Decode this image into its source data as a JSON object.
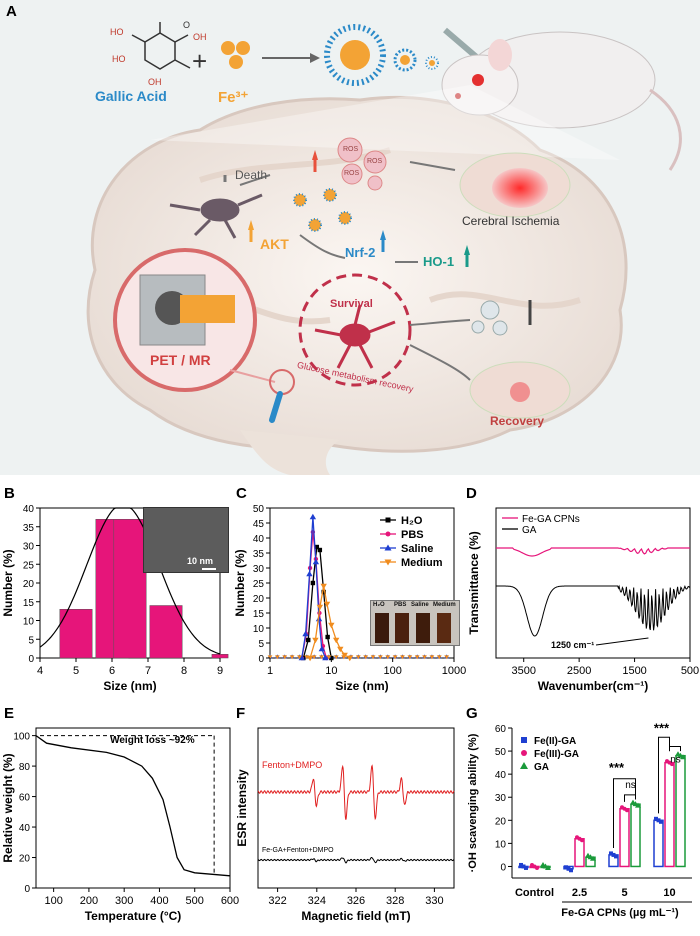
{
  "panels": {
    "A": {
      "label": "A",
      "gallic_acid": "Gallic Acid",
      "fe_ion": "Fe³⁺",
      "ros": "ROS",
      "death": "Death",
      "cerebral_ischemia": "Cerebral Ischemia",
      "akt": "AKT",
      "nrf2": "Nrf-2",
      "ho1": "HO-1",
      "survival": "Survival",
      "glucose": "Glucose metabolism recovery",
      "pet_mr": "PET / MR",
      "recovery": "Recovery"
    },
    "B": {
      "label": "B",
      "inset_scale": "10 nm"
    },
    "C": {
      "label": "C",
      "inset_labels": [
        "H₂O",
        "PBS",
        "Saline",
        "Medium"
      ]
    },
    "D": {
      "label": "D",
      "annotation": "1250 cm⁻¹"
    },
    "E": {
      "label": "E",
      "annotation": "Weight loss ~92%"
    },
    "F": {
      "label": "F",
      "trace1": "Fenton+DMPO",
      "trace2": "Fe-GA+Fenton+DMPO"
    },
    "G": {
      "label": "G",
      "sig1": "***",
      "sig2": "***",
      "ns1": "ns",
      "ns2": "ns",
      "group_label": "Fe-GA CPNs  (µg mL⁻¹)"
    }
  },
  "chart_data": [
    {
      "panel": "B",
      "type": "bar",
      "categories": [
        5,
        6,
        6.5,
        7.5,
        9
      ],
      "values": [
        13,
        37,
        37,
        14,
        1
      ],
      "fit_curve": {
        "type": "gaussian",
        "center": 6.3,
        "height": 41,
        "sigma": 1.0
      },
      "xlabel": "Size (nm)",
      "ylabel": "Number (%)",
      "xlim": [
        4,
        9
      ],
      "ylim": [
        0,
        40
      ],
      "xticks": [
        4,
        5,
        6,
        7,
        8,
        9
      ],
      "yticks": [
        0,
        5,
        10,
        15,
        20,
        25,
        30,
        35,
        40
      ],
      "bar_color": "#e6157a"
    },
    {
      "panel": "C",
      "type": "line",
      "xlabel": "Size (nm)",
      "ylabel": "Number (%)",
      "xscale": "log",
      "xlim": [
        1,
        1000
      ],
      "ylim": [
        0,
        50
      ],
      "xticks": [
        1,
        10,
        100,
        1000
      ],
      "yticks": [
        0,
        5,
        10,
        15,
        20,
        25,
        30,
        35,
        40,
        45,
        50
      ],
      "legend": "top-right",
      "series": [
        {
          "name": "H₂O",
          "color": "#000000",
          "marker": "square",
          "x": [
            3.5,
            4.2,
            5.0,
            5.8,
            6.5,
            7.5,
            8.7,
            10
          ],
          "y": [
            0,
            6,
            25,
            37,
            36,
            22,
            7,
            0
          ]
        },
        {
          "name": "PBS",
          "color": "#e6157a",
          "marker": "circle",
          "x": [
            3.3,
            3.9,
            4.5,
            5.0,
            5.6,
            6.4,
            7.3,
            8.3
          ],
          "y": [
            0,
            8,
            30,
            42,
            33,
            15,
            4,
            0
          ]
        },
        {
          "name": "Saline",
          "color": "#1f3fd1",
          "marker": "triangle",
          "x": [
            3.3,
            3.8,
            4.4,
            5.0,
            5.6,
            6.3,
            7.0,
            8.0
          ],
          "y": [
            0,
            8,
            28,
            47,
            32,
            13,
            3,
            0
          ]
        },
        {
          "name": "Medium",
          "color": "#f08c1e",
          "marker": "down-triangle",
          "x": [
            4.5,
            5.5,
            6.5,
            7.5,
            8.5,
            10,
            12,
            14,
            16.5,
            20
          ],
          "y": [
            0,
            6,
            17,
            24,
            18,
            11,
            6,
            3,
            1,
            0
          ]
        }
      ]
    },
    {
      "panel": "D",
      "type": "line",
      "xlabel": "Wavenumber(cm⁻¹)",
      "ylabel": "Transmittance (%)",
      "xlim": [
        4000,
        500
      ],
      "xreversed": true,
      "xticks": [
        3500,
        2500,
        1500,
        500
      ],
      "legend": "top-left",
      "series": [
        {
          "name": "Fe-GA CPNs",
          "color": "#e6157a"
        },
        {
          "name": "GA",
          "color": "#000000"
        }
      ]
    },
    {
      "panel": "E",
      "type": "line",
      "xlabel": "Temperature (°C)",
      "ylabel": "Relative weight (%)",
      "xlim": [
        50,
        600
      ],
      "ylim": [
        0,
        105
      ],
      "xticks": [
        100,
        200,
        300,
        400,
        500,
        600
      ],
      "yticks": [
        0,
        20,
        40,
        60,
        80,
        100
      ],
      "series": [
        {
          "color": "#000000",
          "x": [
            50,
            80,
            150,
            250,
            300,
            350,
            380,
            410,
            430,
            450,
            470,
            500,
            550,
            600
          ],
          "y": [
            100,
            95,
            92,
            89,
            86,
            80,
            72,
            58,
            40,
            20,
            12,
            10,
            9,
            8
          ]
        }
      ]
    },
    {
      "panel": "F",
      "type": "line",
      "xlabel": "Magnetic field (mT)",
      "ylabel": "ESR intensity",
      "xlim": [
        321,
        331
      ],
      "xticks": [
        322,
        324,
        326,
        328,
        330
      ],
      "series": [
        {
          "name": "Fenton+DMPO",
          "color": "#e02020"
        },
        {
          "name": "Fe-GA+Fenton+DMPO",
          "color": "#000000"
        }
      ]
    },
    {
      "panel": "G",
      "type": "bar",
      "categories": [
        "Control",
        "2.5",
        "5",
        "10"
      ],
      "ylabel": "·OH scavenging ability (%)",
      "ylim": [
        -5,
        60
      ],
      "yticks": [
        0,
        10,
        20,
        30,
        40,
        50,
        60
      ],
      "legend": "top-left",
      "series": [
        {
          "name": "Fe(II)-GA",
          "color": "#1f3fd1",
          "marker": "square",
          "values": [
            0,
            -1,
            5,
            20
          ]
        },
        {
          "name": "Fe(III)-GA",
          "color": "#e6157a",
          "marker": "circle",
          "values": [
            0,
            12,
            25,
            45
          ]
        },
        {
          "name": "GA",
          "color": "#1a9a3a",
          "marker": "triangle",
          "values": [
            0,
            4,
            27,
            48
          ]
        }
      ]
    }
  ]
}
